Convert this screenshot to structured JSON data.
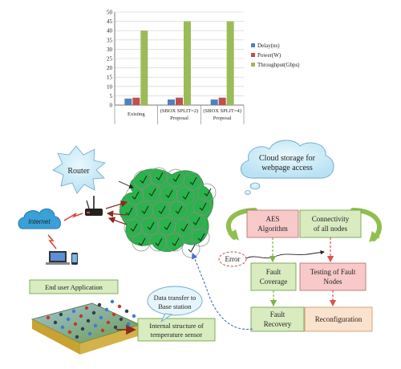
{
  "chart_data": {
    "type": "bar",
    "categories": [
      "Existing",
      "(SBOX SPLIT=2)\nProposal",
      "(SBOX SPLIT=4)\nProposal"
    ],
    "category_lines": [
      [
        "Existing"
      ],
      [
        "(SBOX SPLIT=2)",
        "Proposal"
      ],
      [
        "(SBOX SPLIT=4)",
        "Proposal"
      ]
    ],
    "series": [
      {
        "name": "Delay(ns)",
        "values": [
          3.5,
          3,
          3
        ],
        "color": "#4f81bd"
      },
      {
        "name": "Power(W)",
        "values": [
          4,
          4,
          4
        ],
        "color": "#c0504d"
      },
      {
        "name": "Throughput(Gbps)",
        "values": [
          40,
          45,
          45
        ],
        "color": "#9bbb59"
      }
    ],
    "yticks": [
      "0",
      "5",
      "10",
      "15",
      "20",
      "25",
      "30",
      "35",
      "40",
      "45",
      "50"
    ],
    "ylim": [
      0,
      50
    ],
    "grid": true,
    "legend_position": "right"
  },
  "diagram": {
    "router": "Router",
    "internet": "Internet",
    "cloud_storage": [
      "Cloud storage for",
      "webpage access"
    ],
    "aes": [
      "AES",
      "Algorithm"
    ],
    "connectivity": [
      "Connectivity",
      "of all nodes"
    ],
    "error": "Error",
    "fault_coverage": [
      "Fault",
      "Coverage"
    ],
    "testing": [
      "Testing of Fault",
      "Nodes"
    ],
    "fault_recovery": [
      "Fault",
      "Recovery"
    ],
    "reconfiguration": "Reconfiguration",
    "data_transfer": [
      "Data transfer to",
      "Base station"
    ],
    "end_user": "End user Application",
    "internal_structure": [
      "Internal structure of",
      "temperature sensor"
    ]
  },
  "colors": {
    "node_green": "#2bb24c",
    "box_pink": "#f8c9c9",
    "box_green": "#d8ecc0",
    "box_orange": "#fbe2cc",
    "cloud_blue": "#c9ecf8",
    "router_blue": "#a5d4ee",
    "dash_green": "#7fb24a",
    "dash_red": "#d9534f",
    "dash_blue": "#4a6fc4"
  }
}
